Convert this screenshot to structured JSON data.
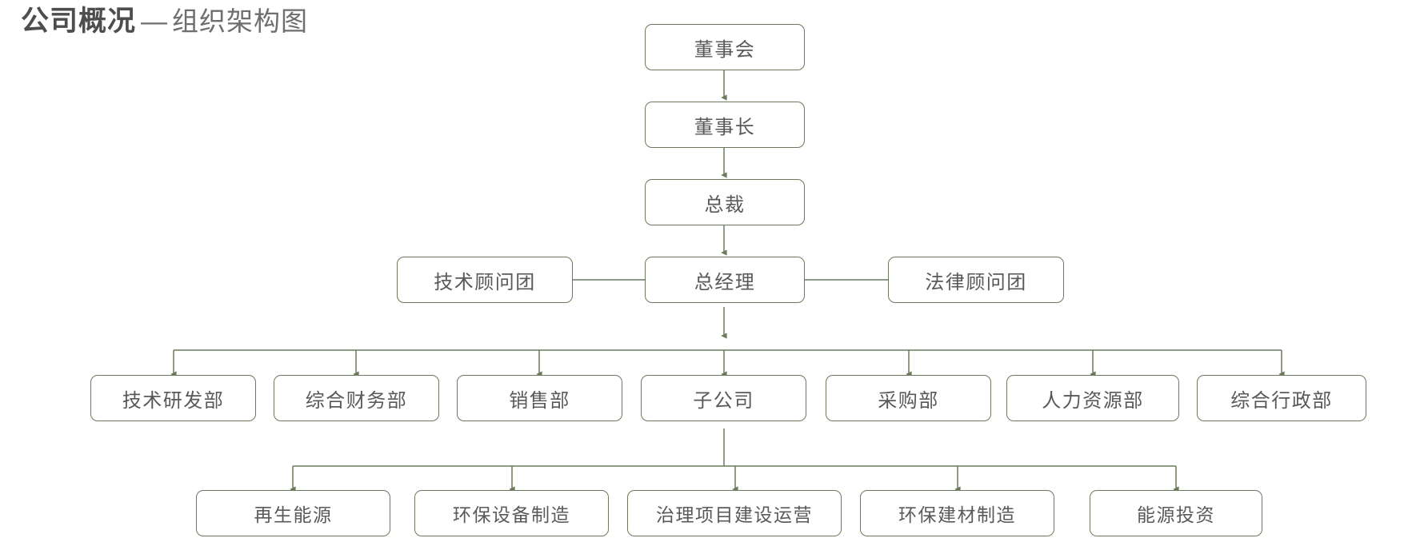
{
  "title": {
    "main": "公司概况",
    "separator": "—",
    "sub": "组织架构图"
  },
  "theme": {
    "box_border": "#6b7a5c",
    "box_fill": "#ffffff",
    "text": "#595959",
    "title_main": "#4d4d4d",
    "title_sub": "#6e6e6e",
    "connector": "#6b7a5c",
    "background": "#ffffff"
  },
  "chart_data": {
    "type": "diagram",
    "subtype": "org-chart",
    "orientation": "top-down",
    "levels": [
      {
        "level": 0,
        "nodes": [
          "董事会"
        ]
      },
      {
        "level": 1,
        "nodes": [
          "董事长"
        ]
      },
      {
        "level": 2,
        "nodes": [
          "总裁"
        ]
      },
      {
        "level": 3,
        "nodes": [
          "技术顾问团",
          "总经理",
          "法律顾问团"
        ]
      },
      {
        "level": 4,
        "nodes": [
          "技术研发部",
          "综合财务部",
          "销售部",
          "子公司",
          "采购部",
          "人力资源部",
          "综合行政部"
        ]
      },
      {
        "level": 5,
        "nodes": [
          "再生能源",
          "环保设备制造",
          "治理项目建设运营",
          "环保建材制造",
          "能源投资"
        ]
      }
    ],
    "edges": [
      {
        "from": "董事会",
        "to": "董事长",
        "style": "arrow"
      },
      {
        "from": "董事长",
        "to": "总裁",
        "style": "arrow"
      },
      {
        "from": "总裁",
        "to": "总经理",
        "style": "arrow"
      },
      {
        "from": "总经理",
        "to": "技术顾问团",
        "style": "line"
      },
      {
        "from": "总经理",
        "to": "法律顾问团",
        "style": "line"
      },
      {
        "from": "总经理",
        "to": "技术研发部",
        "style": "arrow"
      },
      {
        "from": "总经理",
        "to": "综合财务部",
        "style": "arrow"
      },
      {
        "from": "总经理",
        "to": "销售部",
        "style": "arrow"
      },
      {
        "from": "总经理",
        "to": "子公司",
        "style": "arrow"
      },
      {
        "from": "总经理",
        "to": "采购部",
        "style": "arrow"
      },
      {
        "from": "总经理",
        "to": "人力资源部",
        "style": "arrow"
      },
      {
        "from": "总经理",
        "to": "综合行政部",
        "style": "arrow"
      },
      {
        "from": "子公司",
        "to": "再生能源",
        "style": "arrow"
      },
      {
        "from": "子公司",
        "to": "环保设备制造",
        "style": "arrow"
      },
      {
        "from": "子公司",
        "to": "治理项目建设运营",
        "style": "arrow"
      },
      {
        "from": "子公司",
        "to": "环保建材制造",
        "style": "arrow"
      },
      {
        "from": "子公司",
        "to": "能源投资",
        "style": "arrow"
      }
    ]
  },
  "nodes": {
    "board": {
      "label": "董事会"
    },
    "chairman": {
      "label": "董事长"
    },
    "president": {
      "label": "总裁"
    },
    "tech_advisors": {
      "label": "技术顾问团"
    },
    "general_manager": {
      "label": "总经理"
    },
    "legal_advisors": {
      "label": "法律顾问团"
    },
    "dept_rd": {
      "label": "技术研发部"
    },
    "dept_finance": {
      "label": "综合财务部"
    },
    "dept_sales": {
      "label": "销售部"
    },
    "dept_subsidiary": {
      "label": "子公司"
    },
    "dept_procurement": {
      "label": "采购部"
    },
    "dept_hr": {
      "label": "人力资源部"
    },
    "dept_admin": {
      "label": "综合行政部"
    },
    "sub_renewable": {
      "label": "再生能源"
    },
    "sub_equipment": {
      "label": "环保设备制造"
    },
    "sub_projects": {
      "label": "治理项目建设运营"
    },
    "sub_materials": {
      "label": "环保建材制造"
    },
    "sub_investment": {
      "label": "能源投资"
    }
  }
}
